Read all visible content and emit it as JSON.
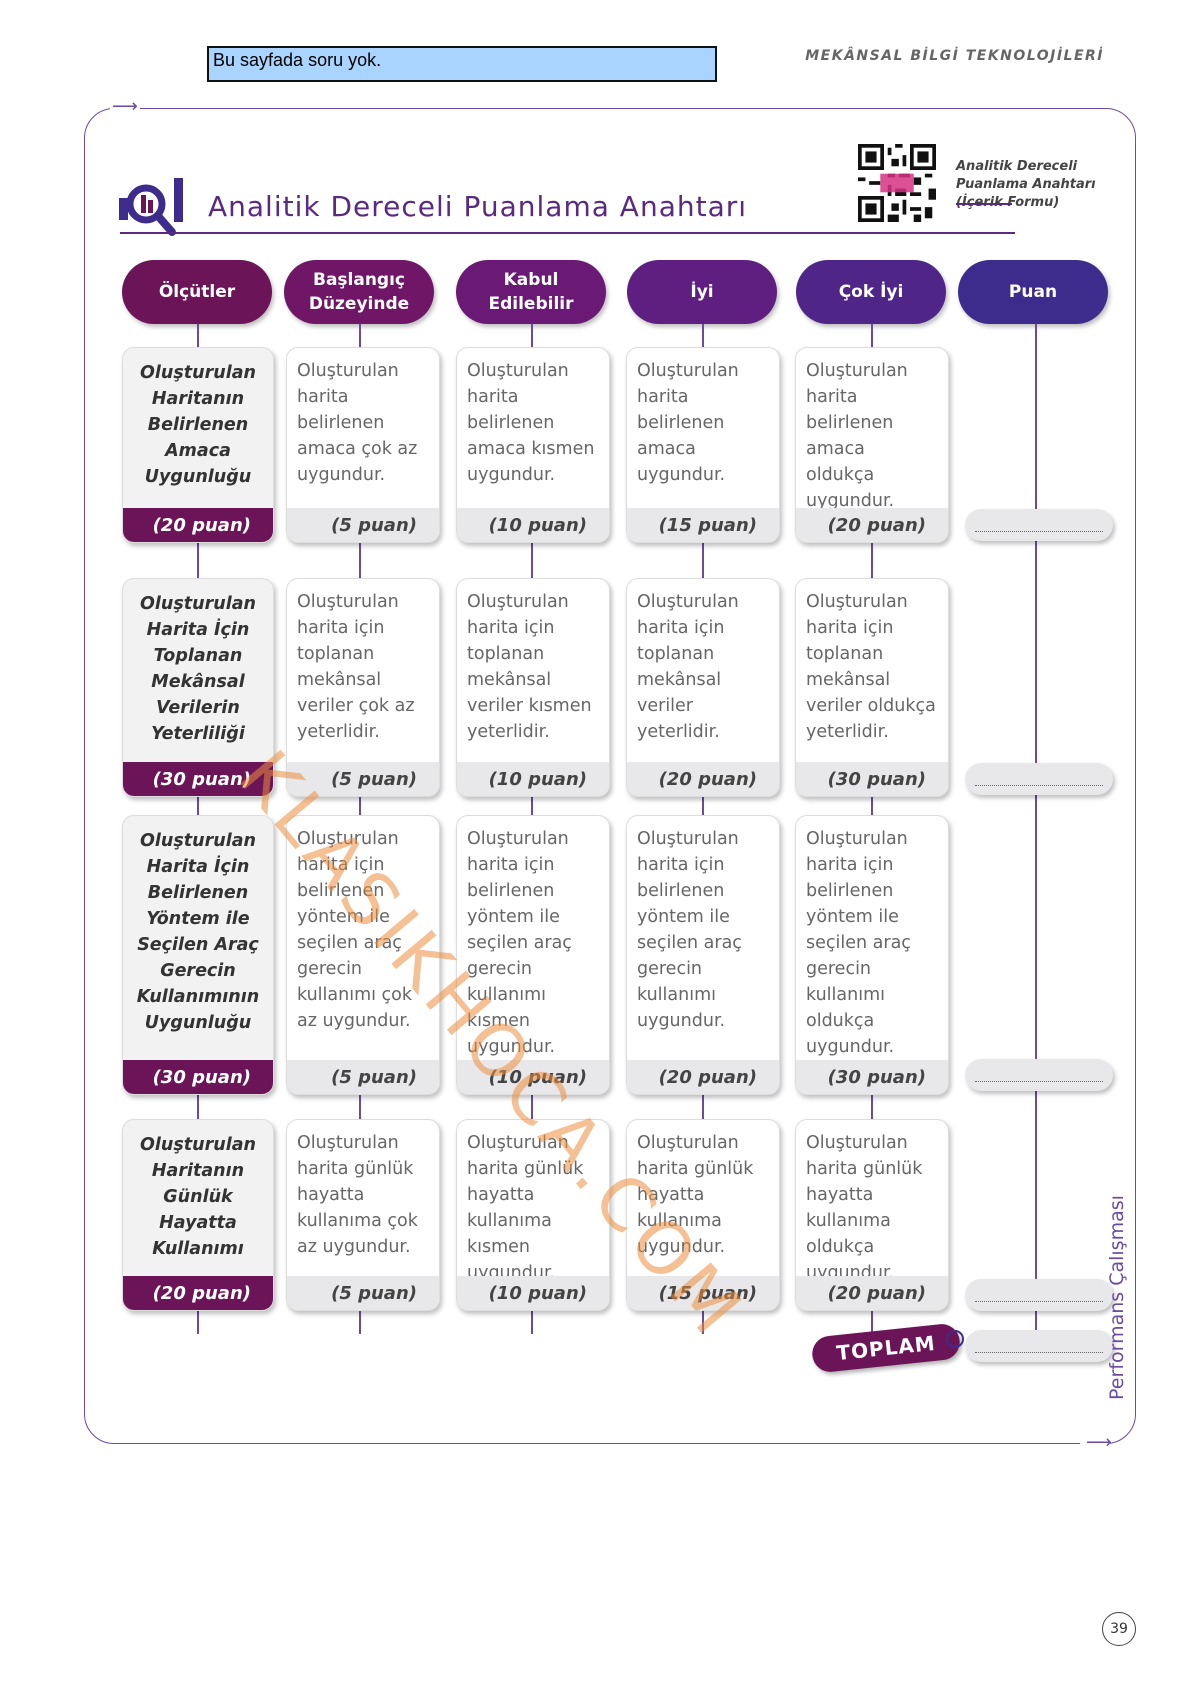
{
  "note": "Bu sayfada soru yok.",
  "header_right": "MEKÂNSAL BİLGİ TEKNOLOJİLERİ",
  "title": "Analitik Dereceli Puanlama Anahtarı",
  "qr_label": [
    "Analitik Dereceli",
    "Puanlama Anahtarı",
    "(İçerik Formu)"
  ],
  "columns": [
    {
      "label": "Ölçütler",
      "color": "#6b1558"
    },
    {
      "label": "Başlangıç Düzeyinde",
      "color": "#701666"
    },
    {
      "label": "Kabul Edilebilir",
      "color": "#6a1a74"
    },
    {
      "label": "İyi",
      "color": "#5e1f80"
    },
    {
      "label": "Çok İyi",
      "color": "#4f2688"
    },
    {
      "label": "Puan",
      "color": "#3e2c8c"
    }
  ],
  "rows": [
    {
      "criterion": "Oluşturulan Haritanın Belirlenen Amaca Uygunluğu",
      "points": "(20 puan)",
      "levels": [
        {
          "text": "Oluşturulan harita belirlenen amaca çok az uygundur.",
          "points": "(5 puan)"
        },
        {
          "text": "Oluşturulan harita belirlenen amaca kısmen uygundur.",
          "points": "(10 puan)"
        },
        {
          "text": "Oluşturulan harita belirlenen amaca uygundur.",
          "points": "(15 puan)"
        },
        {
          "text": "Oluşturulan harita belirlenen amaca oldukça uygundur.",
          "points": "(20 puan)"
        }
      ]
    },
    {
      "criterion": "Oluşturulan Harita İçin Toplanan Mekânsal Verilerin Yeterliliği",
      "points": "(30 puan)",
      "levels": [
        {
          "text": "Oluşturulan harita için toplanan mekânsal veriler çok az yeterlidir.",
          "points": "(5 puan)"
        },
        {
          "text": "Oluşturulan harita için toplanan mekânsal veriler kısmen yeterlidir.",
          "points": "(10 puan)"
        },
        {
          "text": "Oluşturulan harita için toplanan mekânsal veriler yeterlidir.",
          "points": "(20 puan)"
        },
        {
          "text": "Oluşturulan harita için toplanan mekânsal veriler oldukça yeterlidir.",
          "points": "(30 puan)"
        }
      ]
    },
    {
      "criterion": "Oluşturulan Harita İçin Belirlenen Yöntem ile Seçilen Araç Gerecin Kullanımının Uygunluğu",
      "points": "(30 puan)",
      "levels": [
        {
          "text": "Oluşturulan harita için belirlenen yöntem ile seçilen araç gerecin kullanımı çok az uygundur.",
          "points": "(5 puan)"
        },
        {
          "text": "Oluşturulan harita için belirlenen yöntem ile seçilen araç gerecin kullanımı kısmen uygundur.",
          "points": "(10 puan)"
        },
        {
          "text": "Oluşturulan harita için belirlenen yöntem ile seçilen araç gerecin kullanımı uygundur.",
          "points": "(20 puan)"
        },
        {
          "text": "Oluşturulan harita için belirlenen yöntem ile seçilen araç gerecin kullanımı oldukça uygundur.",
          "points": "(30 puan)"
        }
      ]
    },
    {
      "criterion": "Oluşturulan Haritanın Günlük Hayatta Kullanımı",
      "points": "(20 puan)",
      "levels": [
        {
          "text": "Oluşturulan harita günlük hayatta kullanıma çok az uygundur.",
          "points": "(5 puan)"
        },
        {
          "text": "Oluşturulan harita günlük hayatta kullanıma kısmen uygundur.",
          "points": "(10 puan)"
        },
        {
          "text": "Oluşturulan harita günlük hayatta kullanıma uygundur.",
          "points": "(15 puan)"
        },
        {
          "text": "Oluşturulan harita günlük hayatta kullanıma oldukça uygundur.",
          "points": "(20 puan)"
        }
      ]
    }
  ],
  "total_label": "TOPLAM",
  "side_label": "Performans Çalışması",
  "page_number": "39",
  "watermark": "KLASIKHOCA.COM"
}
